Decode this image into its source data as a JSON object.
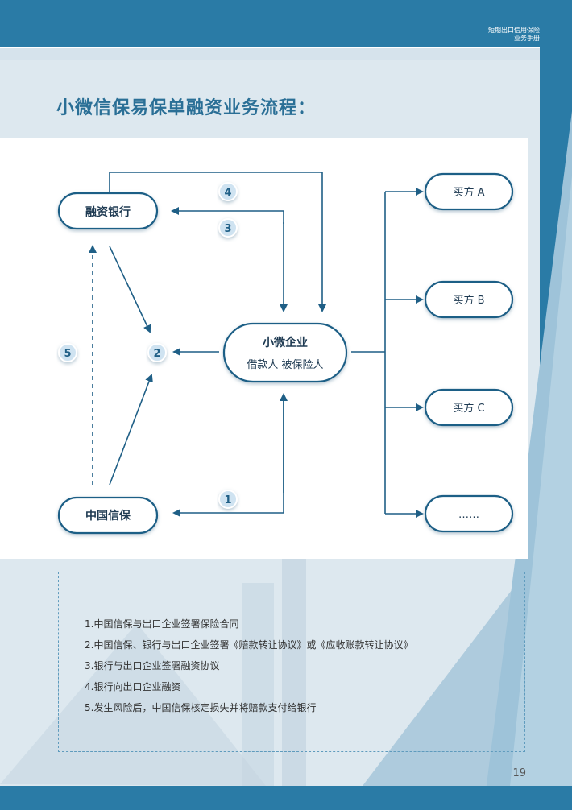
{
  "header": {
    "line1": "短期出口信用保险",
    "line2": "业务手册"
  },
  "title": "小微信保易保单融资业务流程：",
  "diagram": {
    "nodes": {
      "bank": "融资银行",
      "sinosure": "中国信保",
      "company_line1": "小微企业",
      "company_line2": "借款人 被保险人",
      "buyer_a": "买方 A",
      "buyer_b": "买方 B",
      "buyer_c": "买方 C",
      "buyer_more": "……"
    },
    "steps": [
      "1",
      "2",
      "3",
      "4",
      "5"
    ]
  },
  "notes": [
    "1.中国信保与出口企业签署保险合同",
    "2.中国信保、银行与出口企业签署《赔款转让协议》或《应收账款转让协议》",
    "3.银行与出口企业签署融资协议",
    "4.银行向出口企业融资",
    "5.发生风险后，中国信保核定损失并将赔款支付给银行"
  ],
  "page_number": "19",
  "colors": {
    "primary": "#2a7ba6",
    "line": "#1f5f86",
    "badge": "#cfe3f1"
  }
}
